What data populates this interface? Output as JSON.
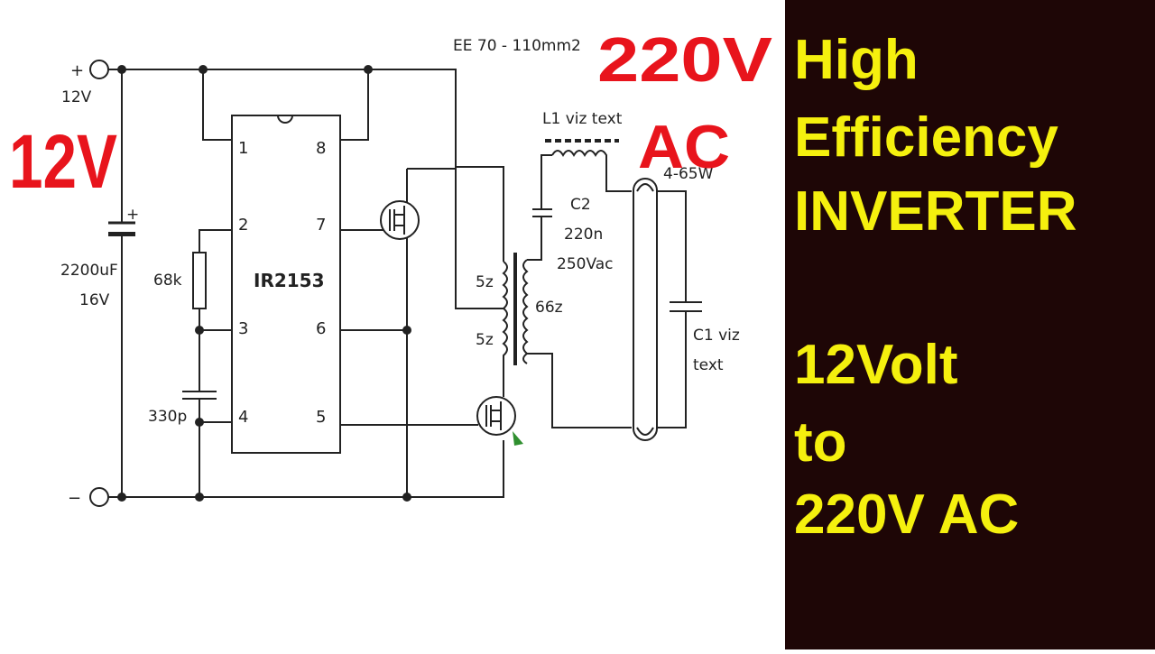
{
  "schematic": {
    "labels": {
      "core": "EE 70 - 110mm2",
      "plus": "+",
      "minus": "−",
      "v12small": "12V",
      "cap_value": "2200uF",
      "cap_voltage": "16V",
      "resistor": "68k",
      "cap_small": "330p",
      "chip": "IR2153",
      "primary_top": "5z",
      "primary_bottom": "5z",
      "secondary": "66z",
      "l1": "L1 viz text",
      "c2_name": "C2",
      "c2_value": "220n",
      "c2_voltage": "250Vac",
      "lamp": "4-65W",
      "c1_line1": "C1 viz",
      "c1_line2": "text"
    },
    "pins": {
      "p1": "1",
      "p2": "2",
      "p3": "3",
      "p4": "4",
      "p5": "5",
      "p6": "6",
      "p7": "7",
      "p8": "8"
    },
    "overlay": {
      "left_voltage": "12V",
      "right_voltage": "220V",
      "right_ac": "AC"
    }
  },
  "title_panel": {
    "line1": "High",
    "line2": "Efficiency",
    "line3": "INVERTER",
    "line4": "12Volt",
    "line5": "to",
    "line6": "220V AC",
    "text_color": "#f5f00e",
    "background": "#1e0606"
  }
}
